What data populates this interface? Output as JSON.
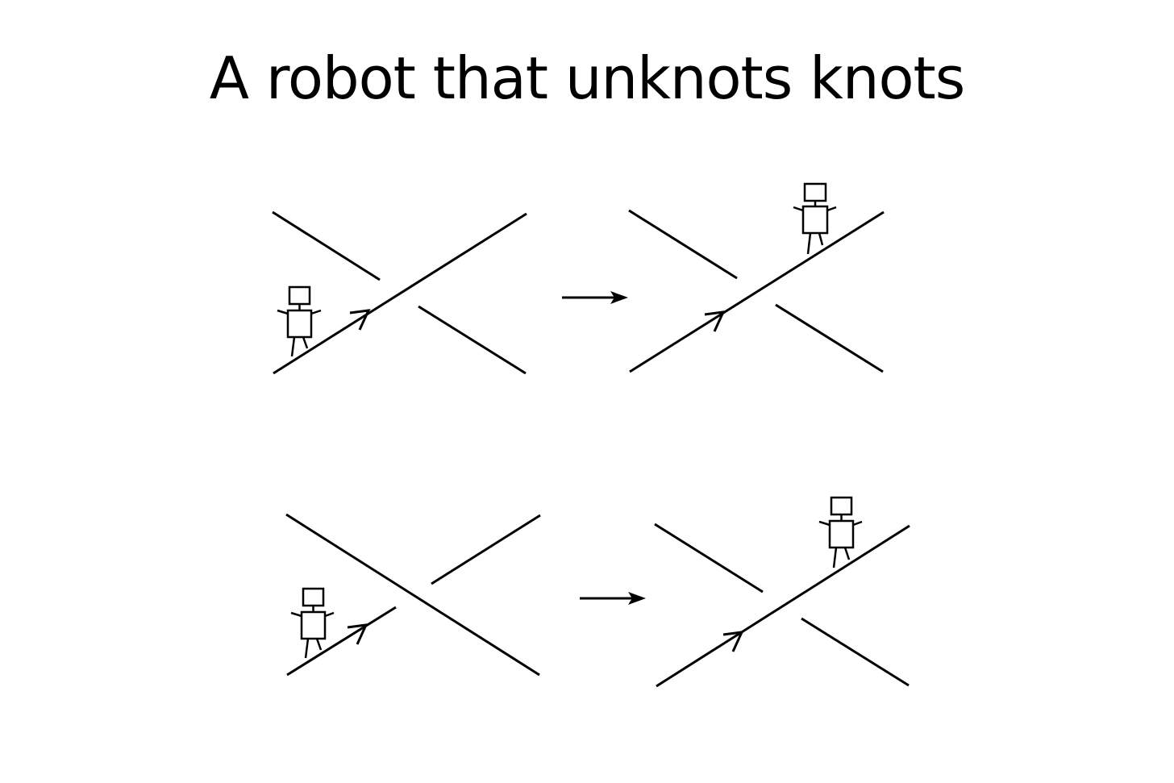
{
  "title": "A robot that unknots knots",
  "colors": {
    "ink": "#000000",
    "background": "#ffffff"
  },
  "panels": [
    {
      "id": "top-before",
      "crossing": "robot-strand-over",
      "robot": "before-crossing"
    },
    {
      "id": "top-after",
      "crossing": "robot-strand-over",
      "robot": "after-crossing"
    },
    {
      "id": "bottom-before",
      "crossing": "robot-strand-under",
      "robot": "before-crossing"
    },
    {
      "id": "bottom-after",
      "crossing": "robot-strand-over",
      "robot": "after-crossing"
    }
  ],
  "transitions": [
    {
      "from": "top-before",
      "to": "top-after",
      "icon": "right-arrow-icon"
    },
    {
      "from": "bottom-before",
      "to": "bottom-after",
      "icon": "right-arrow-icon"
    }
  ]
}
